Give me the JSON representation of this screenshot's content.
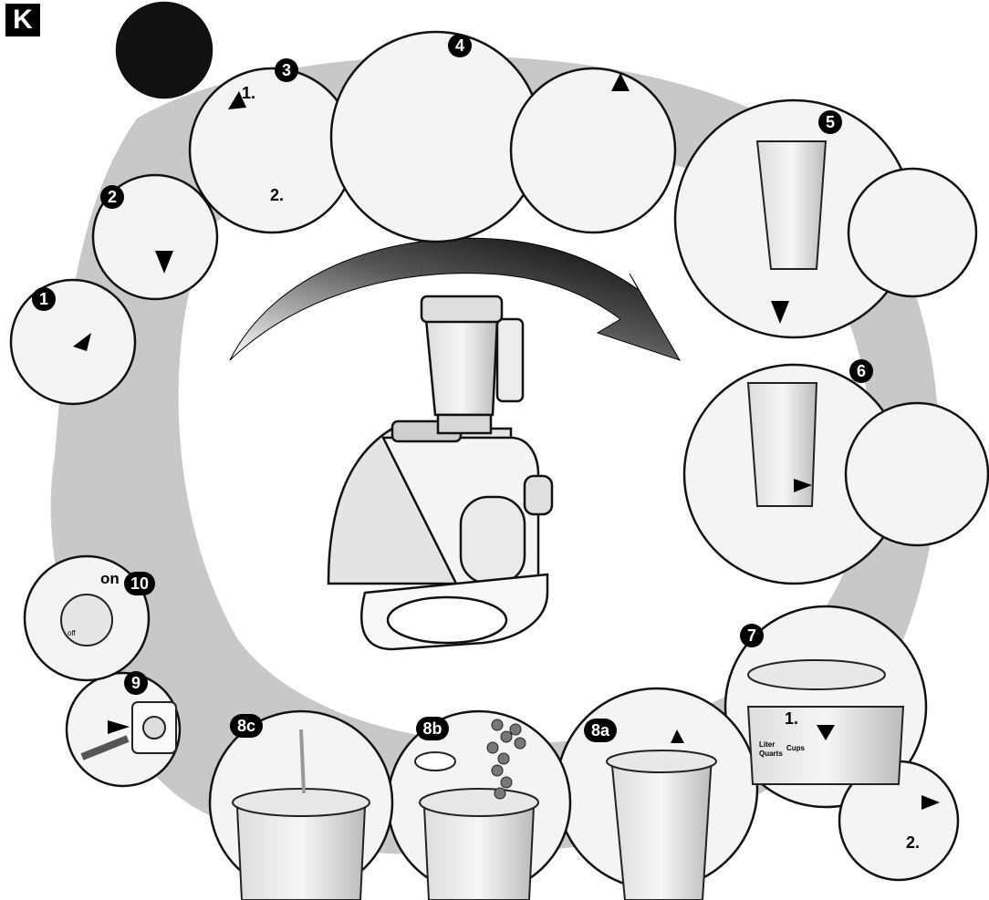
{
  "panel_letter": "K",
  "steps": [
    {
      "id": "1",
      "label": "1"
    },
    {
      "id": "2",
      "label": "2"
    },
    {
      "id": "3",
      "label": "3"
    },
    {
      "id": "4",
      "label": "4"
    },
    {
      "id": "5",
      "label": "5"
    },
    {
      "id": "6",
      "label": "6"
    },
    {
      "id": "7",
      "label": "7"
    },
    {
      "id": "8a",
      "label": "8a"
    },
    {
      "id": "8b",
      "label": "8b"
    },
    {
      "id": "8c",
      "label": "8c"
    },
    {
      "id": "9",
      "label": "9"
    },
    {
      "id": "10",
      "label": "10"
    }
  ],
  "annotations": {
    "step3_first": "1.",
    "step3_second": "2.",
    "step7_first": "1.",
    "step7_second": "2.",
    "switch_on": "on",
    "switch_off": "off",
    "jug_liter": "Liter",
    "jug_quarts": "Quarts",
    "jug_cups": "Cups"
  }
}
